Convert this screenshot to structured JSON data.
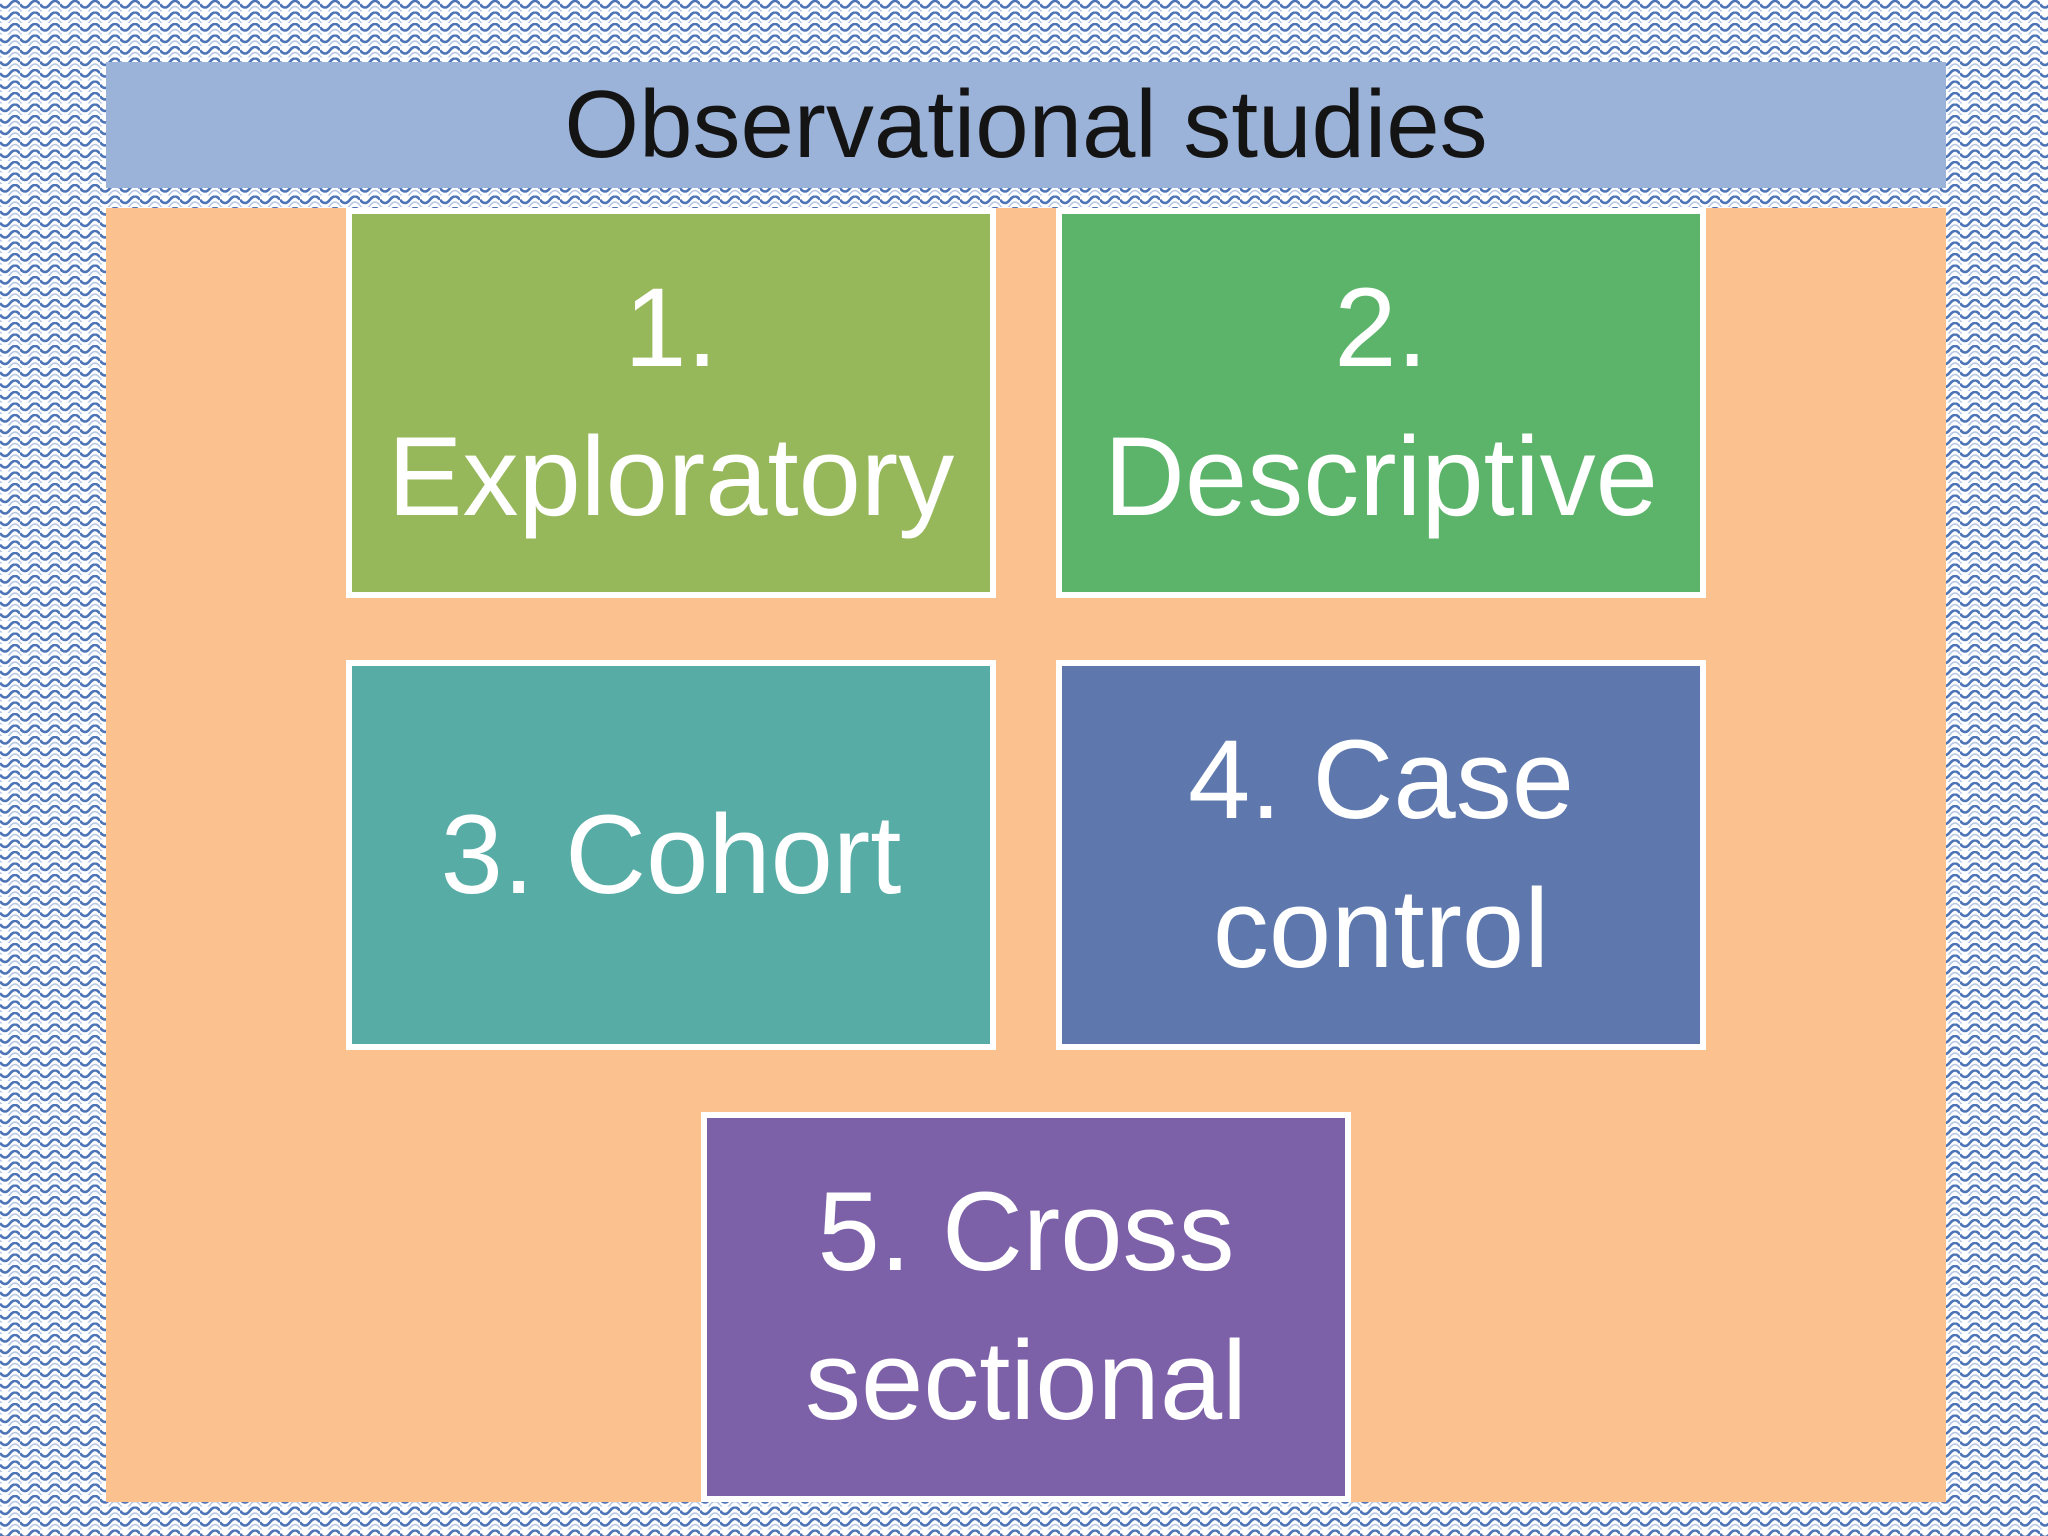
{
  "title": "Observational studies",
  "boxes": [
    {
      "label": "1.\nExploratory",
      "fill": "#96b75a"
    },
    {
      "label": "2.\nDescriptive",
      "fill": "#5bb469"
    },
    {
      "label": "3. Cohort",
      "fill": "#57aca6"
    },
    {
      "label": "4. Case\ncontrol",
      "fill": "#5e78ae"
    },
    {
      "label": "5. Cross\nsectional",
      "fill": "#7c61a8"
    }
  ],
  "colors": {
    "title_bar": "#9bb2d9",
    "title_text": "#141414",
    "panel": "#fbc290",
    "box_border": "#ffffff",
    "box_text": "#ffffff",
    "pattern_wave": "#4d74b6",
    "pattern_wave_light": "#b9c9e4",
    "pattern_bg": "#ffffff"
  }
}
